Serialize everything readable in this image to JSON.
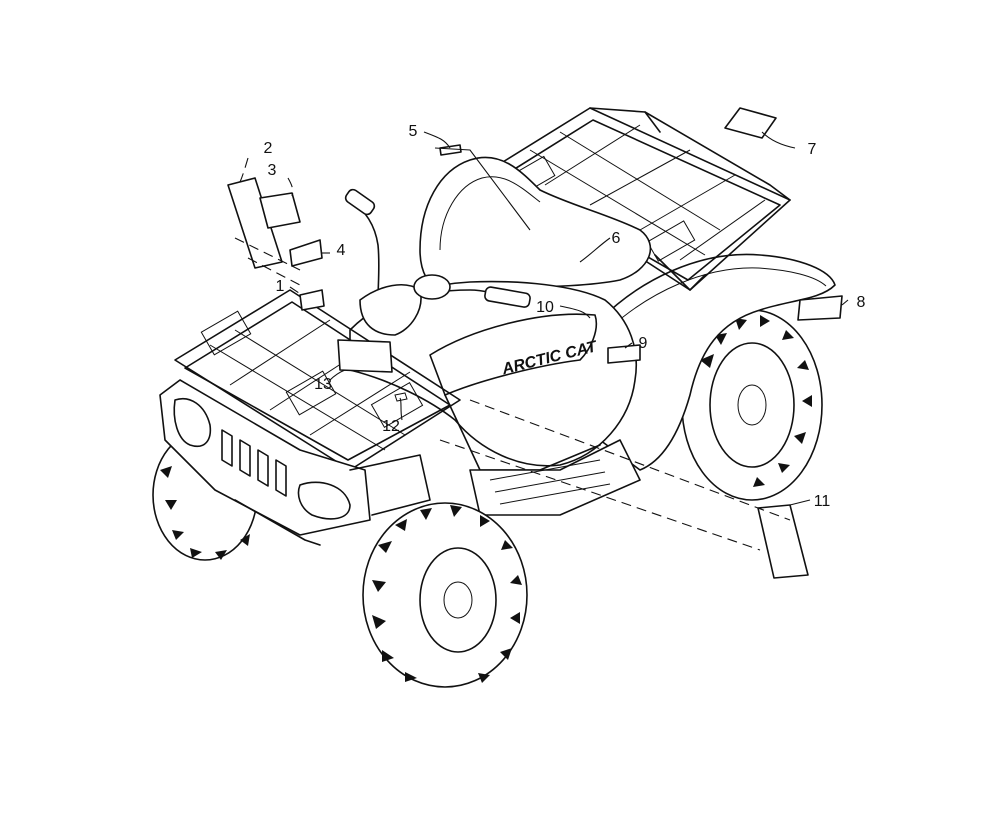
{
  "diagram": {
    "callouts": [
      "1",
      "2",
      "3",
      "4",
      "5",
      "6",
      "7",
      "8",
      "9",
      "10",
      "11",
      "12",
      "13"
    ],
    "decal_text": {
      "side_brand": "ARCTIC CAT"
    },
    "colors": {
      "line": "#111111",
      "background": "#ffffff"
    }
  }
}
